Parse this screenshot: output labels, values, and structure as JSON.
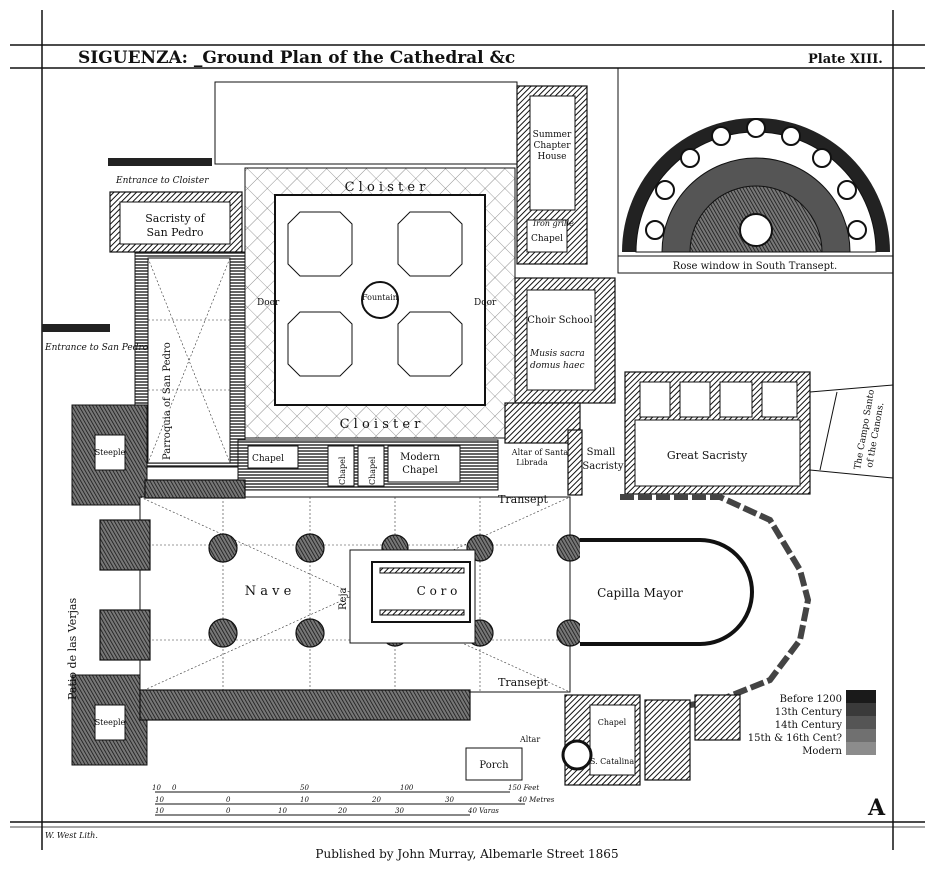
{
  "header": {
    "title": "SIGUENZA: _Ground Plan of the Cathedral &c",
    "plate": "Plate XIII."
  },
  "labels": {
    "entrance_cloister": "Entrance to Cloister",
    "sacristy_san_pedro_1": "Sacristy of",
    "sacristy_san_pedro_2": "San Pedro",
    "entrance_san_pedro": "Entrance to San Pedro",
    "parroquia": "Parroquia of San Pedro",
    "steeple_north": "Steeple",
    "steeple_south": "Steeple",
    "cloister_north": "C l o i s t e r",
    "cloister_south": "C l o i s t e r",
    "fountain": "Fountain",
    "door_west": "Door",
    "door_east": "Door",
    "summer_chapter_1": "Summer",
    "summer_chapter_2": "Chapter",
    "summer_chapter_3": "House",
    "iron_grille": "Iron grille",
    "chapel_grille": "Chapel",
    "choir_school": "Choir School",
    "musis_1": "Musis sacra",
    "musis_2": "domus haec",
    "altar_librada_1": "Altar of Santa",
    "altar_librada_2": "Librada",
    "small_sacristy_1": "Small",
    "small_sacristy_2": "Sacristy",
    "great_sacristy": "Great Sacristy",
    "campo_santo_1": "The Campo Santo",
    "campo_santo_2": "of the Canons.",
    "chapel_1": "Chapel",
    "chapel_2": "Chapel",
    "chapel_3": "Chapel",
    "modern_chapel_1": "Modern",
    "modern_chapel_2": "Chapel",
    "transept_north": "Transept",
    "transept_south": "Transept",
    "nave": "N a v e",
    "reja": "Reja",
    "coro": "C o r o",
    "capilla_mayor": "Capilla Mayor",
    "patio": "Patio de las Verjas",
    "porch": "Porch",
    "altar": "Altar",
    "chapel_catalina_1": "Chapel",
    "chapel_catalina_2": "S. Catalina",
    "rose_window": "Rose window in South Transept."
  },
  "legend": {
    "items": [
      {
        "label": "Before 1200",
        "color": "#1a1a1a"
      },
      {
        "label": "13th Century",
        "color": "#3a3a3a"
      },
      {
        "label": "14th Century",
        "color": "#555555"
      },
      {
        "label": "15th & 16th Cent?",
        "color": "#707070"
      },
      {
        "label": "Modern",
        "color": "#8c8c8c"
      }
    ]
  },
  "scale": {
    "feet": [
      "10",
      "0",
      "50",
      "100",
      "150 Feet"
    ],
    "metres": [
      "10",
      "0",
      "10",
      "20",
      "30",
      "40 Metres"
    ],
    "varas": [
      "10",
      "0",
      "10",
      "20",
      "30",
      "40 Varas"
    ]
  },
  "footer": {
    "lithographer": "W. West Lith.",
    "publisher": "Published by John Murray, Albemarle Street 1865"
  }
}
